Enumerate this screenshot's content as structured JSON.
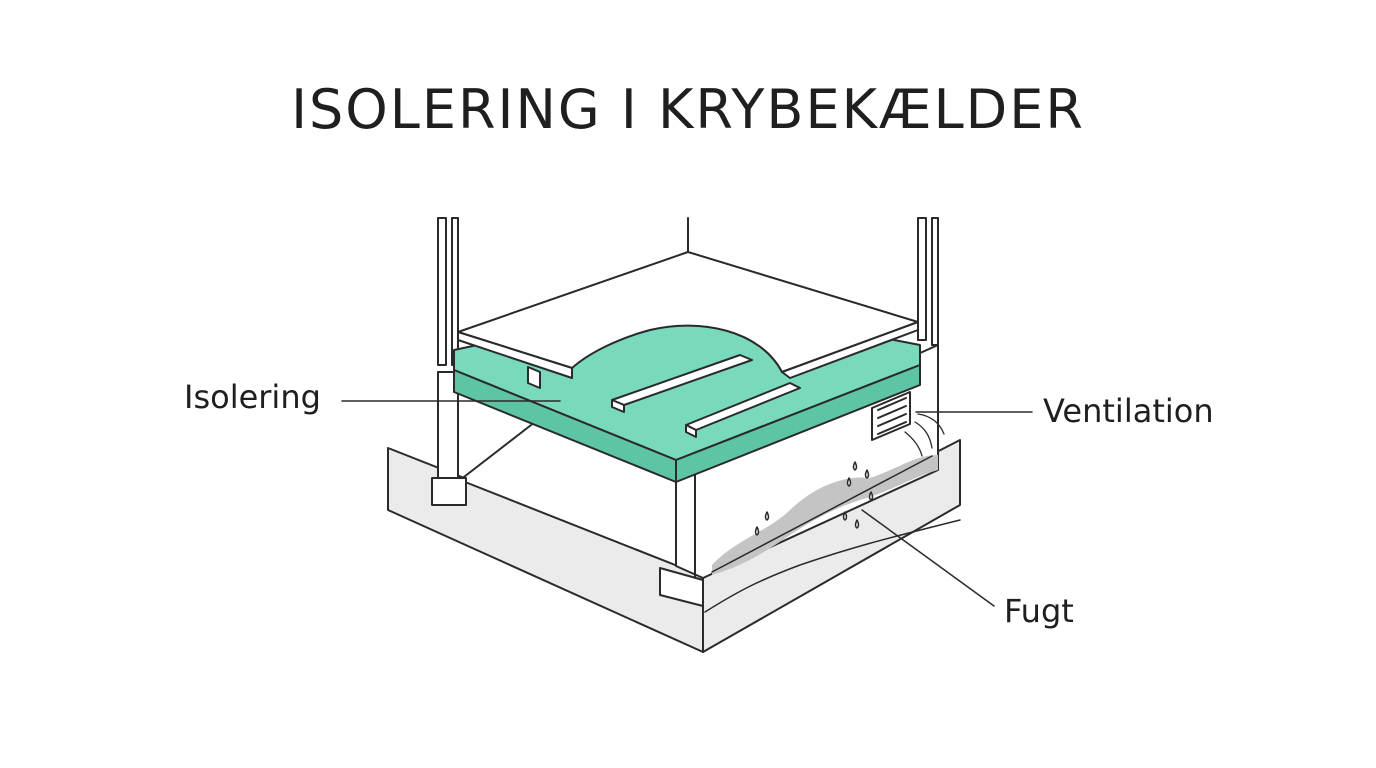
{
  "title": "ISOLERING I KRYBEKÆLDER",
  "labels": {
    "insulation": "Isolering",
    "ventilation": "Ventilation",
    "moisture": "Fugt"
  },
  "colors": {
    "insulation": "#79d9bd",
    "insulation_dark": "#5ec4a6",
    "line": "#2a2a2a",
    "ground": "#ebebeb",
    "moisture": "#c4c4c4"
  }
}
